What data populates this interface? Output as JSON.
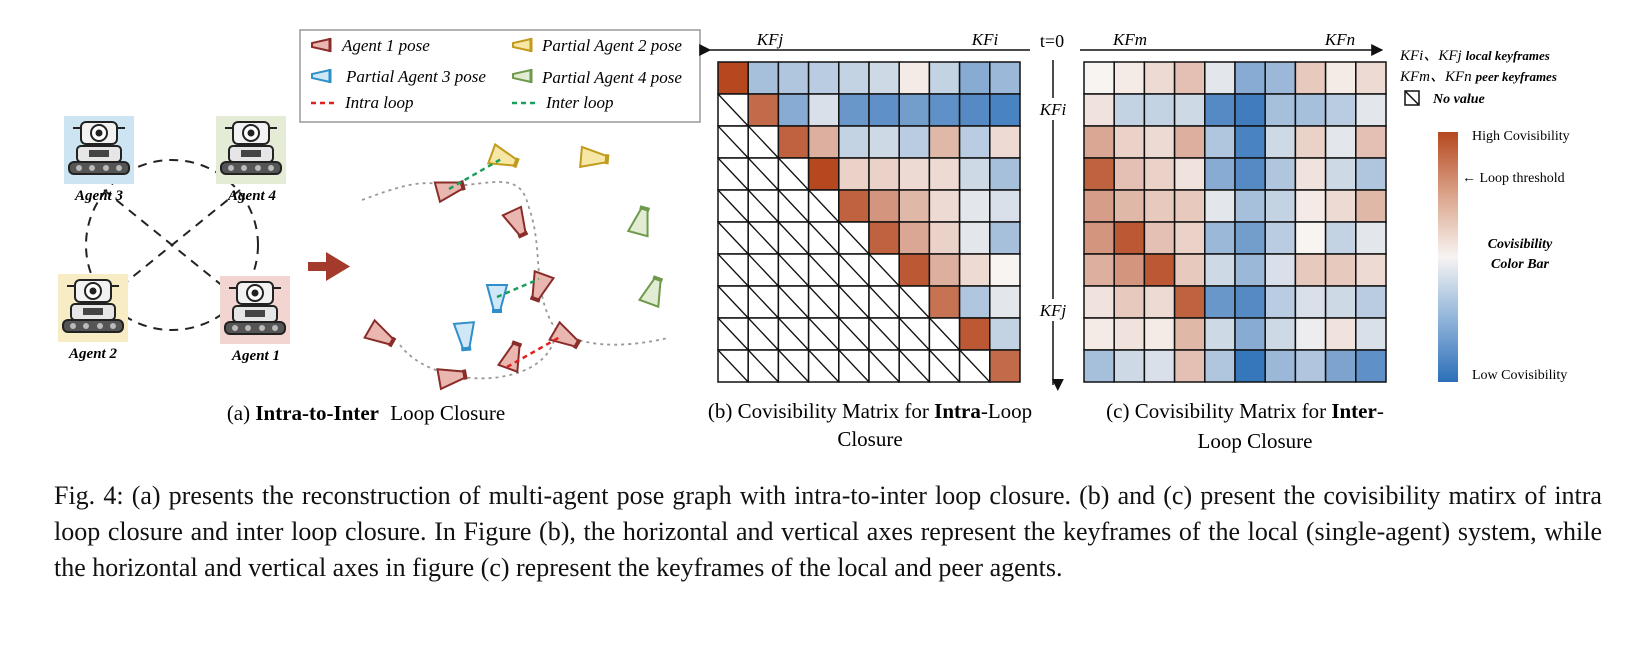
{
  "figure_number": "Fig. 4:",
  "caption": "(a) presents the reconstruction of multi-agent pose graph with intra-to-inter loop closure. (b) and (c) present the covisibility matirx of intra loop closure and inter loop closure. In Figure (b), the horizontal and vertical axes represent the keyframes of the local (single-agent) system, while the horizontal and vertical axes in figure (c) represent the keyframes of the local and peer agents.",
  "panel_a": {
    "label_prefix": "(a)",
    "label_bold": "Intra-to-Inter",
    "label_suffix": "Loop Closure",
    "agents": [
      "Agent 1",
      "Agent 2",
      "Agent 3",
      "Agent 4"
    ],
    "legend": {
      "agent1_pose": "Agent 1 pose",
      "partial_agent2_pose": "Partial Agent 2 pose",
      "partial_agent3_pose": "Partial Agent 3 pose",
      "partial_agent4_pose": "Partial Agent 4 pose",
      "intra_loop": "Intra loop",
      "inter_loop": "Inter loop"
    },
    "colors": {
      "agent1": "#b5524b",
      "agent2": "#d9b53a",
      "agent3": "#2f8fc8",
      "agent4": "#6f9a4e",
      "intra_loop": "#e02020",
      "inter_loop": "#1aa05a",
      "arrow": "#a33a2c"
    }
  },
  "panel_b": {
    "label_line1_prefix": "(b) Covisibility Matrix for ",
    "label_line1_bold": "Intra",
    "label_line1_suffix": "-Loop",
    "label_line2": "Closure",
    "x_axis_left": "KFj",
    "x_axis_right": "KFi",
    "origin": "t=0",
    "y_axis_top": "KFi",
    "y_axis_bottom": "KFj"
  },
  "panel_c": {
    "label_line1_prefix": "(c)  Covisibility Matrix for ",
    "label_line1_bold": "Inter",
    "label_line1_suffix": "-",
    "label_line2": "Loop Closure",
    "x_axis_left": "KFm",
    "x_axis_right": "KFn"
  },
  "legend_right": {
    "line1_keys": "KFi、KFj",
    "line1_desc": "local keyframes",
    "line2_keys": "KFm、KFn",
    "line2_desc": "peer keyframes",
    "no_value": "No value",
    "high": "High Covisibility",
    "threshold": "← Loop threshold",
    "bar_title_1": "Covisibility",
    "bar_title_2": "Color Bar",
    "low": "Low Covisibility",
    "colors": {
      "high": "#b5481f",
      "mid": "#f7f4f2",
      "low": "#2c6fb8"
    }
  },
  "chart_data": [
    {
      "type": "heatmap",
      "name_ref": "panel_b",
      "rows": 10,
      "cols": 10,
      "scale": [
        -1,
        1
      ],
      "null_marker": "No value",
      "values": [
        [
          1.0,
          -0.4,
          -0.35,
          -0.3,
          -0.25,
          -0.2,
          0.05,
          -0.25,
          -0.55,
          -0.45
        ],
        [
          null,
          0.8,
          -0.55,
          -0.15,
          -0.7,
          -0.75,
          -0.65,
          -0.75,
          -0.8,
          -0.85
        ],
        [
          null,
          null,
          0.85,
          0.4,
          -0.25,
          -0.2,
          -0.3,
          0.35,
          -0.3,
          0.15
        ],
        [
          null,
          null,
          null,
          1.0,
          0.2,
          0.2,
          0.15,
          0.15,
          -0.2,
          -0.4
        ],
        [
          null,
          null,
          null,
          null,
          0.85,
          0.55,
          0.35,
          0.15,
          -0.1,
          -0.15
        ],
        [
          null,
          null,
          null,
          null,
          null,
          0.85,
          0.45,
          0.2,
          -0.1,
          -0.4
        ],
        [
          null,
          null,
          null,
          null,
          null,
          null,
          0.9,
          0.4,
          0.15,
          0.0
        ],
        [
          null,
          null,
          null,
          null,
          null,
          null,
          null,
          0.75,
          -0.35,
          -0.1
        ],
        [
          null,
          null,
          null,
          null,
          null,
          null,
          null,
          null,
          0.9,
          -0.25
        ],
        [
          null,
          null,
          null,
          null,
          null,
          null,
          null,
          null,
          null,
          0.8
        ]
      ]
    },
    {
      "type": "heatmap",
      "name_ref": "panel_c",
      "rows": 10,
      "cols": 10,
      "scale": [
        -1,
        1
      ],
      "values": [
        [
          0.0,
          0.05,
          0.15,
          0.3,
          -0.1,
          -0.55,
          -0.45,
          0.25,
          0.05,
          0.15
        ],
        [
          0.1,
          -0.25,
          -0.25,
          -0.2,
          -0.8,
          -0.9,
          -0.4,
          -0.4,
          -0.3,
          -0.1
        ],
        [
          0.45,
          0.2,
          0.15,
          0.4,
          -0.35,
          -0.85,
          -0.2,
          0.2,
          -0.1,
          0.3
        ],
        [
          0.85,
          0.3,
          0.2,
          0.1,
          -0.55,
          -0.8,
          -0.35,
          0.1,
          -0.2,
          -0.35
        ],
        [
          0.5,
          0.35,
          0.25,
          0.25,
          -0.1,
          -0.4,
          -0.25,
          0.05,
          0.15,
          0.35
        ],
        [
          0.55,
          0.9,
          0.3,
          0.2,
          -0.45,
          -0.65,
          -0.3,
          0.0,
          -0.25,
          -0.1
        ],
        [
          0.4,
          0.55,
          0.9,
          0.25,
          -0.2,
          -0.45,
          -0.15,
          0.25,
          0.25,
          0.15
        ],
        [
          0.1,
          0.25,
          0.15,
          0.85,
          -0.7,
          -0.8,
          -0.3,
          -0.15,
          -0.2,
          -0.3
        ],
        [
          0.05,
          0.1,
          0.05,
          0.35,
          -0.2,
          -0.55,
          -0.2,
          -0.05,
          0.1,
          -0.15
        ],
        [
          -0.4,
          -0.2,
          -0.15,
          0.3,
          -0.35,
          -0.95,
          -0.45,
          -0.35,
          -0.6,
          -0.75
        ]
      ]
    }
  ]
}
